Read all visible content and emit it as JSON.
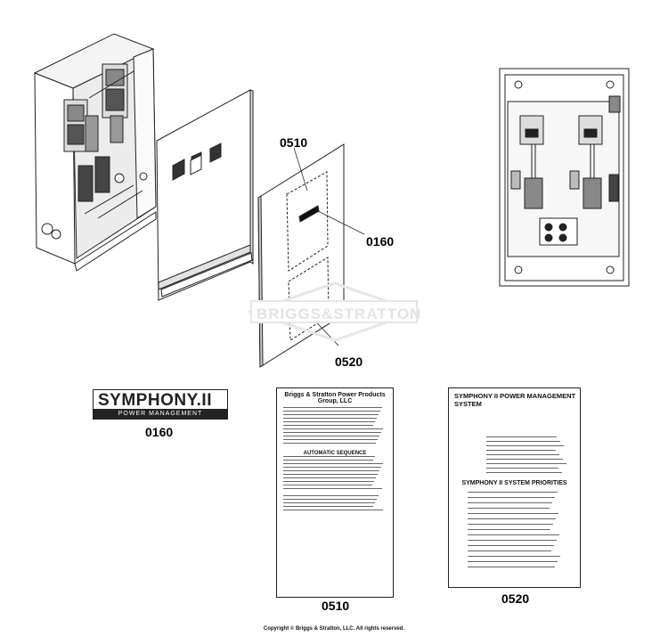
{
  "labels": {
    "p0510_top": "0510",
    "p0160_top": "0160",
    "p0520_top": "0520",
    "p0160_bottom": "0160",
    "p0510_bottom": "0510",
    "p0520_bottom": "0520"
  },
  "watermark": {
    "text": "BRIGGS&STRATTON"
  },
  "logo": {
    "main": "SYMPHONY.",
    "suffix": "II",
    "subtitle": "POWER MANAGEMENT TECHNOLOGY"
  },
  "card_0510": {
    "title": "Briggs & Stratton Power Products Group, LLC",
    "subtitle": "AUTOMATIC SEQUENCE"
  },
  "card_0520": {
    "title": "SYMPHONY II POWER MANAGEMENT SYSTEM",
    "priorities": "SYMPHONY II SYSTEM PRIORITIES"
  },
  "copyright": "Copyright © Briggs & Stratton, LLC. All rights reserved."
}
